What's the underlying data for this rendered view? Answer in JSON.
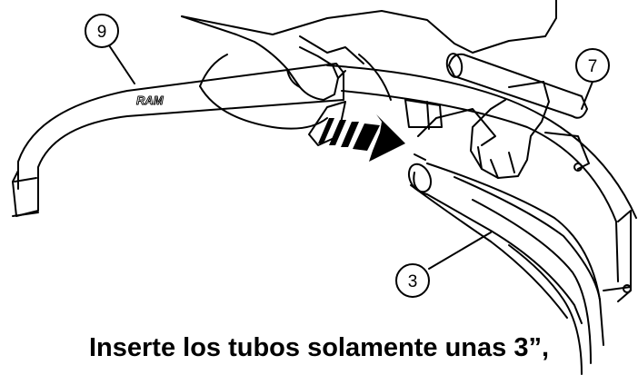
{
  "callouts": [
    {
      "id": "part-9",
      "label": "9"
    },
    {
      "id": "part-7",
      "label": "7"
    },
    {
      "id": "part-3",
      "label": "3"
    }
  ],
  "tube_logo": "RAM",
  "caption": "Inserte los tubos solamente unas 3”,",
  "colors": {
    "line": "#000000",
    "background": "#ffffff"
  },
  "icons": [
    "direction-arrow-icon",
    "left-hand",
    "right-hand"
  ]
}
